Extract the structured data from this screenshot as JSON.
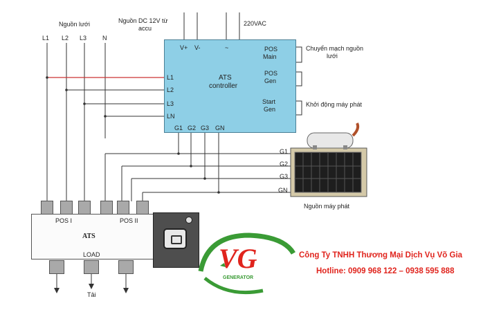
{
  "top_labels": {
    "grid_source": "Nguồn lưới",
    "dc_source_line1": "Nguồn DC 12V từ",
    "dc_source_line2": "accu",
    "ac_voltage": "220VAC"
  },
  "grid_phases": [
    "L1",
    "L2",
    "L3",
    "N"
  ],
  "controller": {
    "title_line1": "ATS",
    "title_line2": "controller",
    "top_terminals": [
      "V+",
      "V-",
      "~"
    ],
    "left_terminals": [
      "L1",
      "L2",
      "L3",
      "LN"
    ],
    "bottom_terminals": [
      "G1",
      "G2",
      "G3",
      "GN"
    ],
    "right_pos_main": [
      "POS",
      "Main"
    ],
    "right_pos_gen": [
      "POS",
      "Gen"
    ],
    "right_start_gen": [
      "Start",
      "Gen"
    ],
    "note_switch_line1": "Chuyển mạch nguồn",
    "note_switch_line2": "lưới",
    "note_start": "Khởi động máy phát"
  },
  "generator": {
    "phases": [
      "G1",
      "G2",
      "G3",
      "GN"
    ],
    "label": "Nguồn máy phát"
  },
  "ats": {
    "title": "ATS",
    "pos1": "POS I",
    "pos2": "POS II",
    "load": "LOAD",
    "tai": "Tải"
  },
  "logo": {
    "letters": "VG",
    "brand": "GENERATOR"
  },
  "company": {
    "name": "Công Ty TNHH Thương Mại Dịch Vụ Võ Gia",
    "hotline": "Hotline: 0909 968 122 – 0938 595 888"
  },
  "colors": {
    "controller_fill": "#8ecfe6",
    "red_wire": "#cc3333",
    "company_text": "#e0241d",
    "logo_green": "#3a9b35"
  }
}
